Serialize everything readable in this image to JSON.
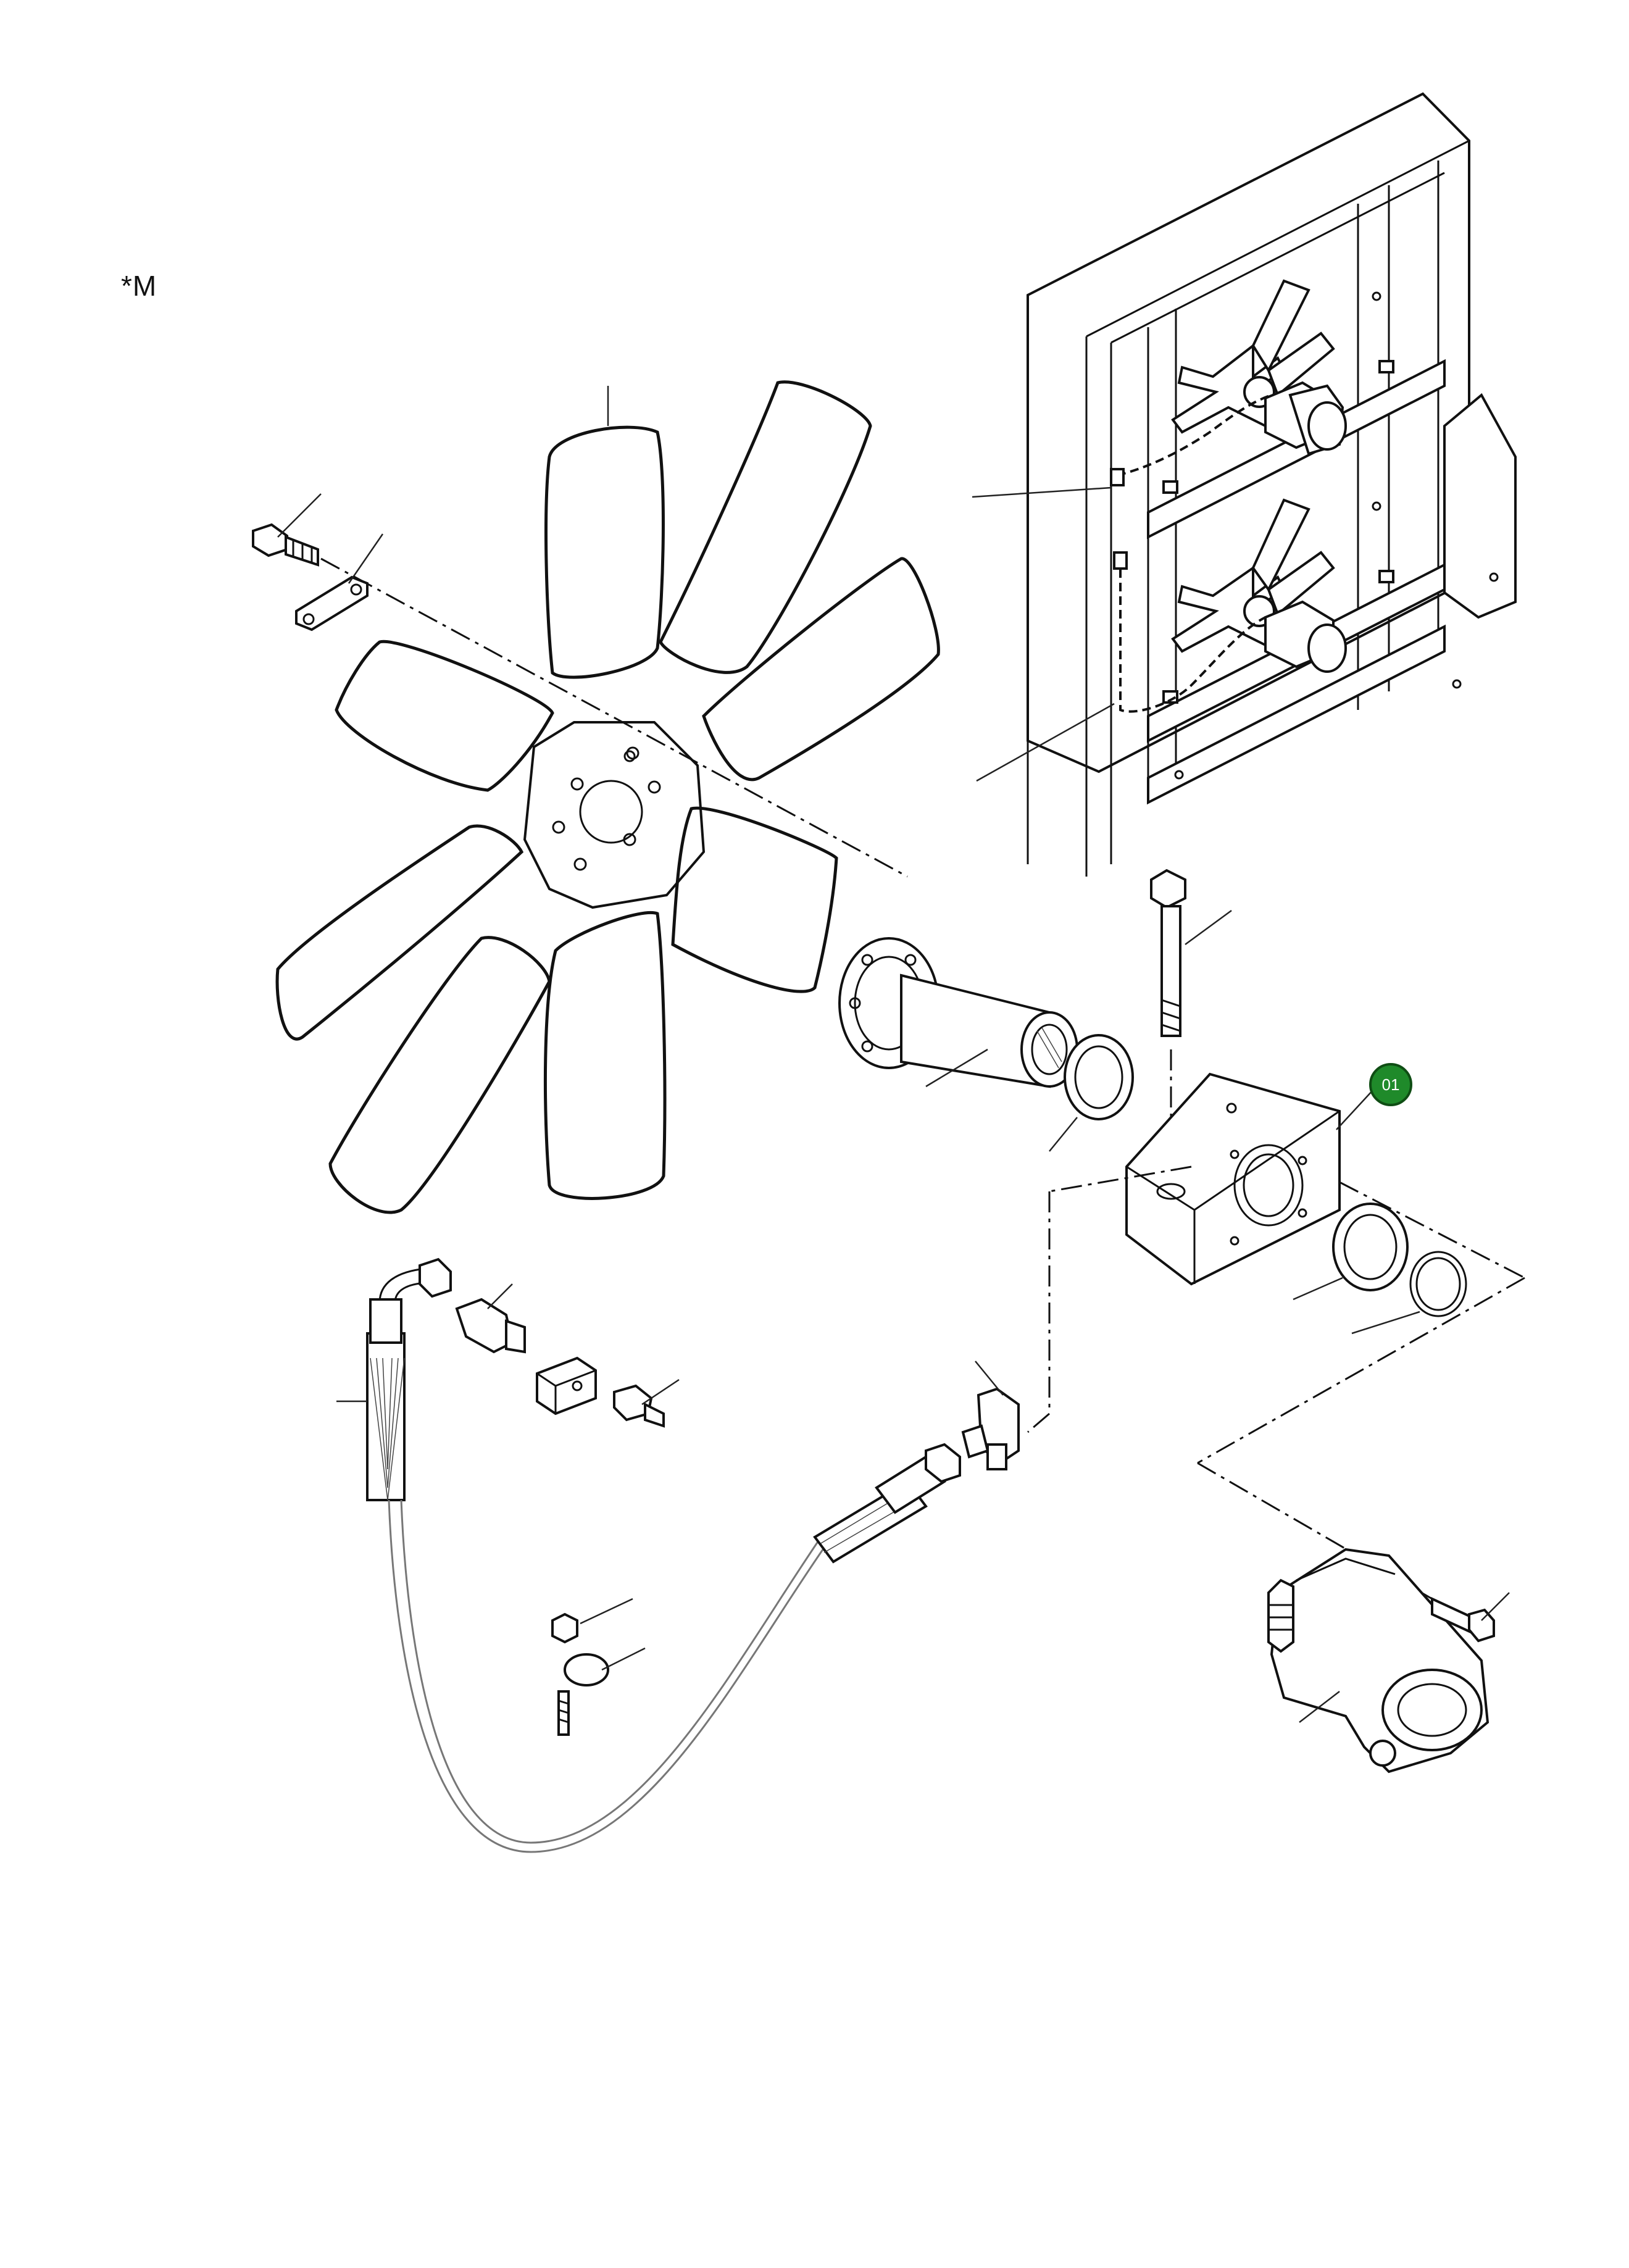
{
  "diagram": {
    "corner_label": "*M",
    "callouts": [
      {
        "id": "01",
        "label": "01",
        "color": "#1f8a2a"
      }
    ],
    "parts": [
      "radiator-frame-icon",
      "fan-blade-assembly-icon",
      "fan-hub-shaft-icon",
      "bolt-icon",
      "washer-plate-icon",
      "bearing-block-icon",
      "seal-ring-icon",
      "circlip-icon",
      "hydraulic-motor-icon",
      "hydraulic-hose-icon",
      "elbow-fitting-icon",
      "adapter-fitting-icon",
      "grease-nipple-icon",
      "hose-clamp-icon"
    ]
  }
}
